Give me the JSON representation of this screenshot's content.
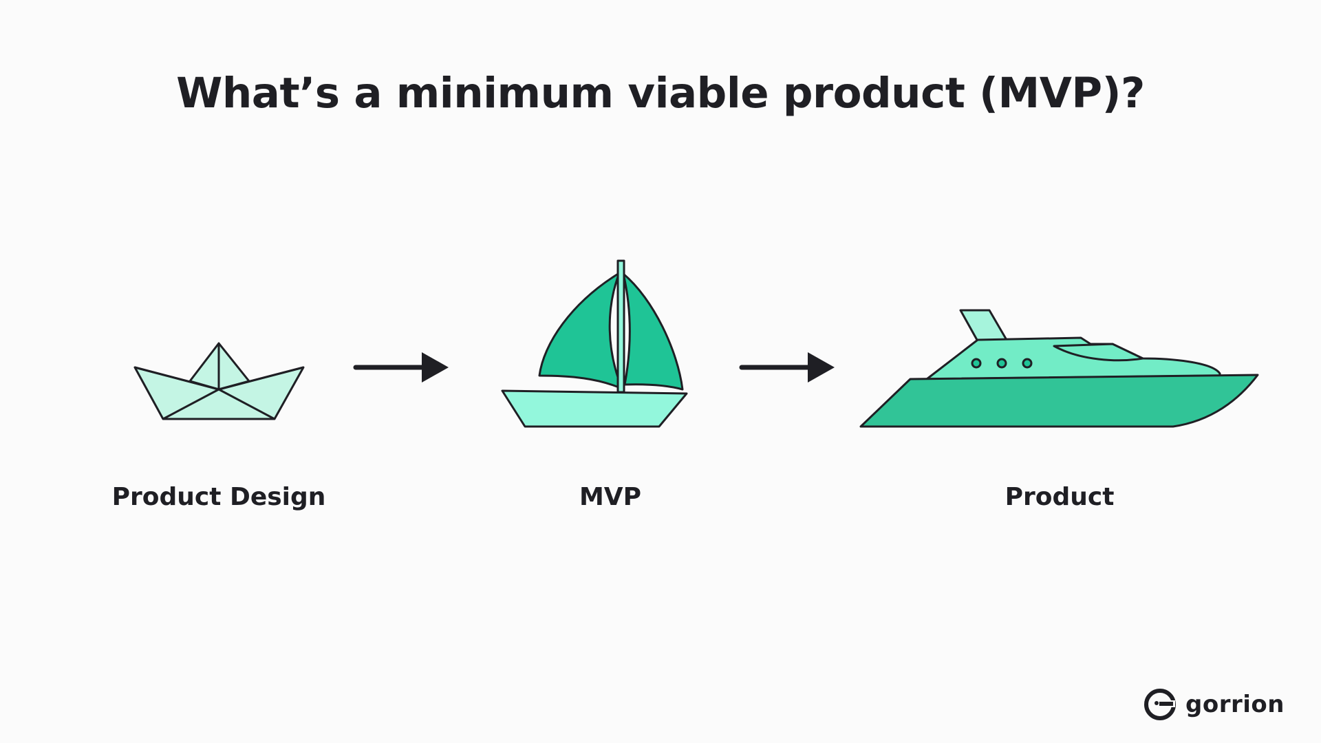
{
  "title": "What’s a minimum viable product (MVP)?",
  "stages": [
    {
      "label": "Product Design",
      "icon": "paper-boat-icon"
    },
    {
      "label": "MVP",
      "icon": "sailboat-icon"
    },
    {
      "label": "Product",
      "icon": "yacht-icon"
    }
  ],
  "connectors": [
    "arrow-right-icon",
    "arrow-right-icon"
  ],
  "brand": {
    "name": "gorrion",
    "icon": "gorrion-logo-icon"
  },
  "colors": {
    "background": "#fbfbfb",
    "ink": "#1f1f24",
    "paper_boat": "#c4f5e4",
    "sail": "#1fc496",
    "sail_hull": "#93f7dc",
    "yacht_hull": "#31c497",
    "yacht_cabin": "#72ecc6",
    "yacht_top": "#a6f4dc"
  }
}
